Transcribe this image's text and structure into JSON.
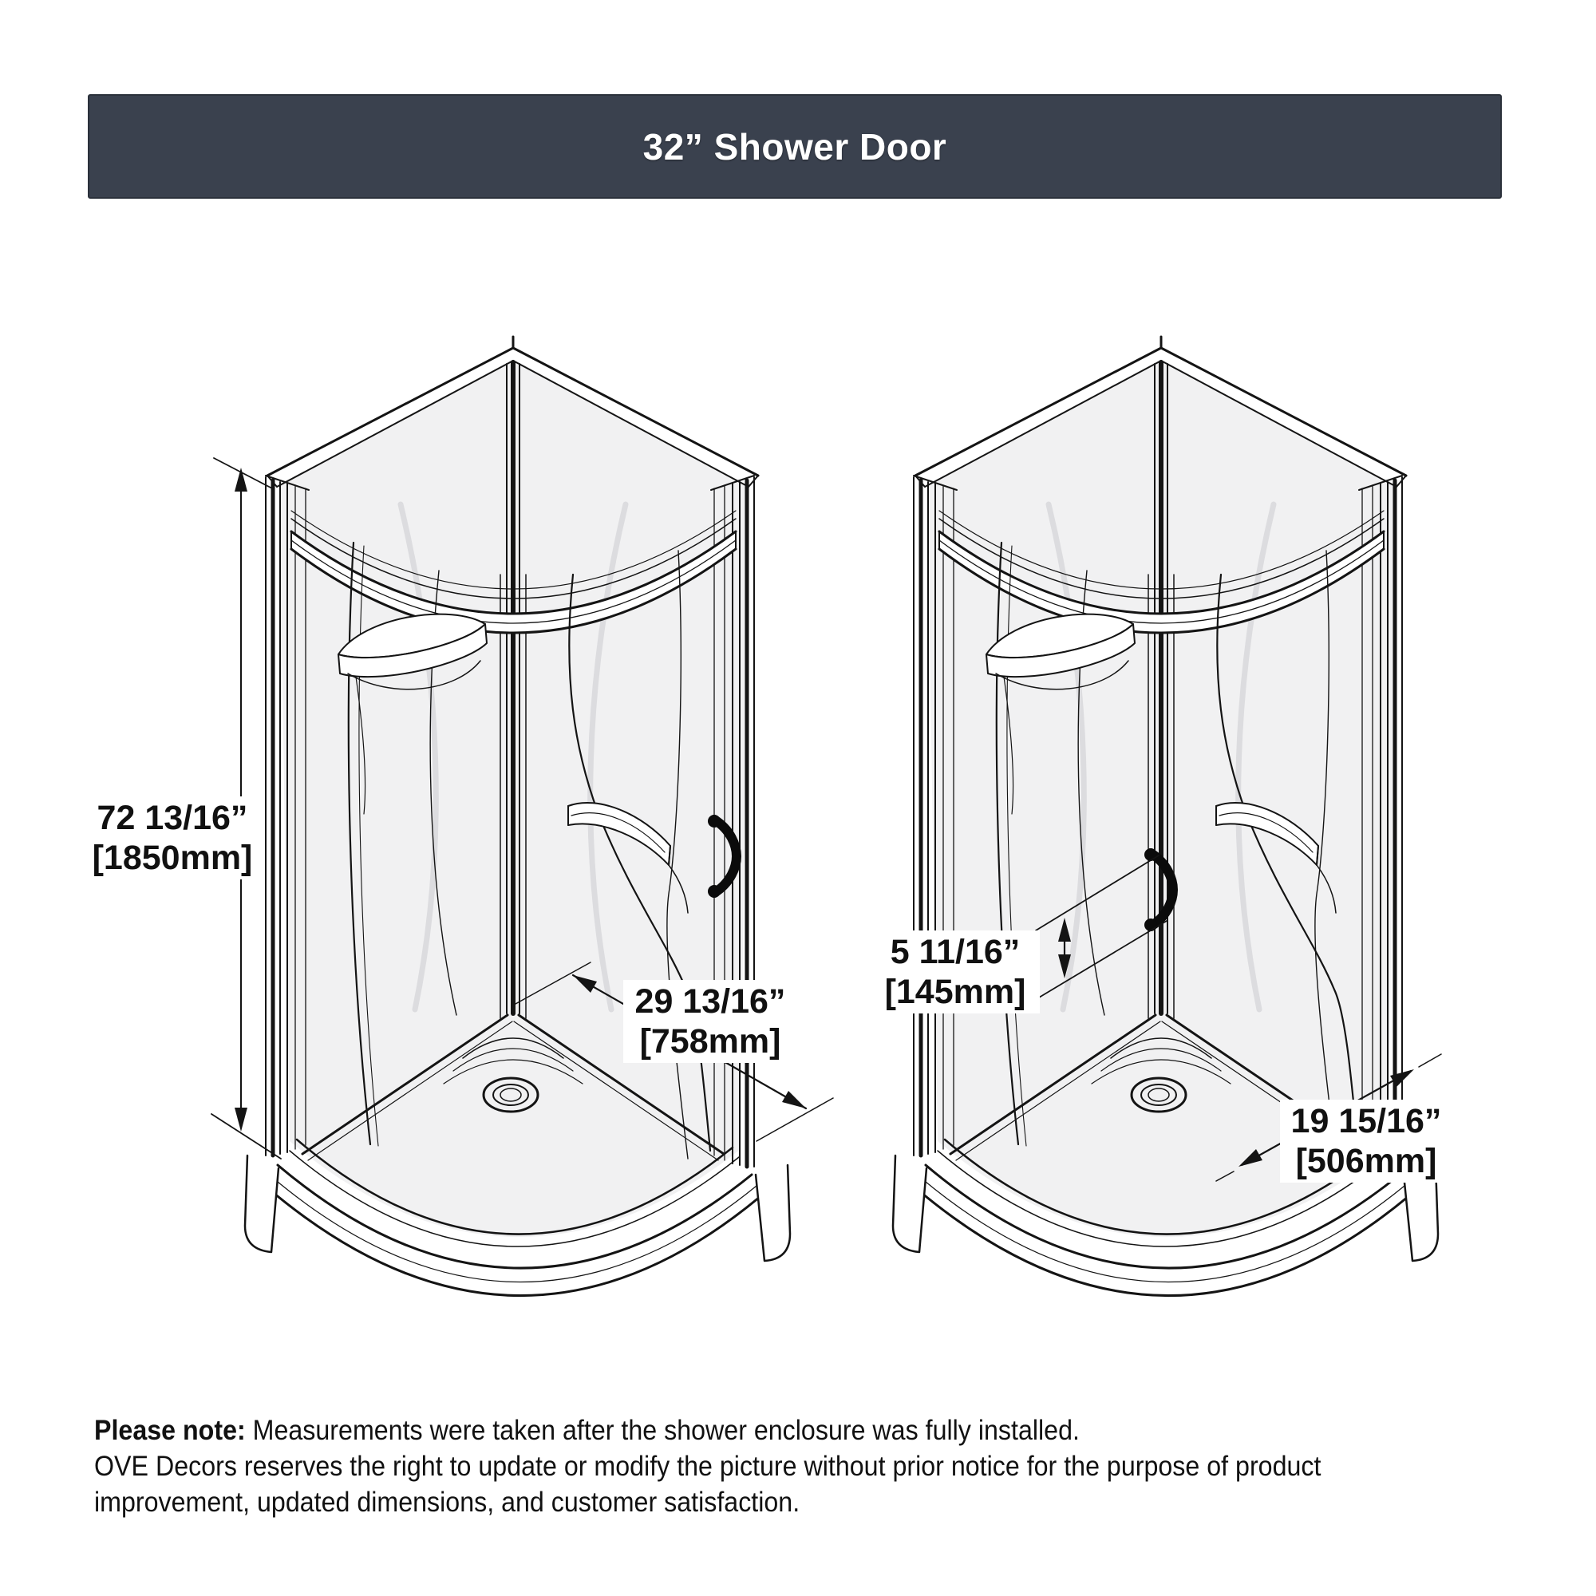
{
  "header": {
    "title": "32” Shower Door"
  },
  "dimensions": {
    "height": {
      "inches": "72 13/16”",
      "mm": "[1850mm]"
    },
    "width": {
      "inches": "29 13/16”",
      "mm": "[758mm]"
    },
    "handle_height": {
      "inches": "5 11/16”",
      "mm": "[145mm]"
    },
    "depth": {
      "inches": "19 15/16”",
      "mm": "[506mm]"
    }
  },
  "note": {
    "label": "Please note:",
    "line1": "Measurements were taken after the shower enclosure was fully installed.",
    "line2": "OVE Decors reserves the right to update or modify the picture without prior notice for the purpose of product",
    "line3": "improvement, updated dimensions, and customer satisfaction."
  },
  "colors": {
    "header_bg": "#3a414e",
    "header_text": "#ffffff",
    "line": "#141414",
    "panel_fill": "#f1f1f2"
  }
}
